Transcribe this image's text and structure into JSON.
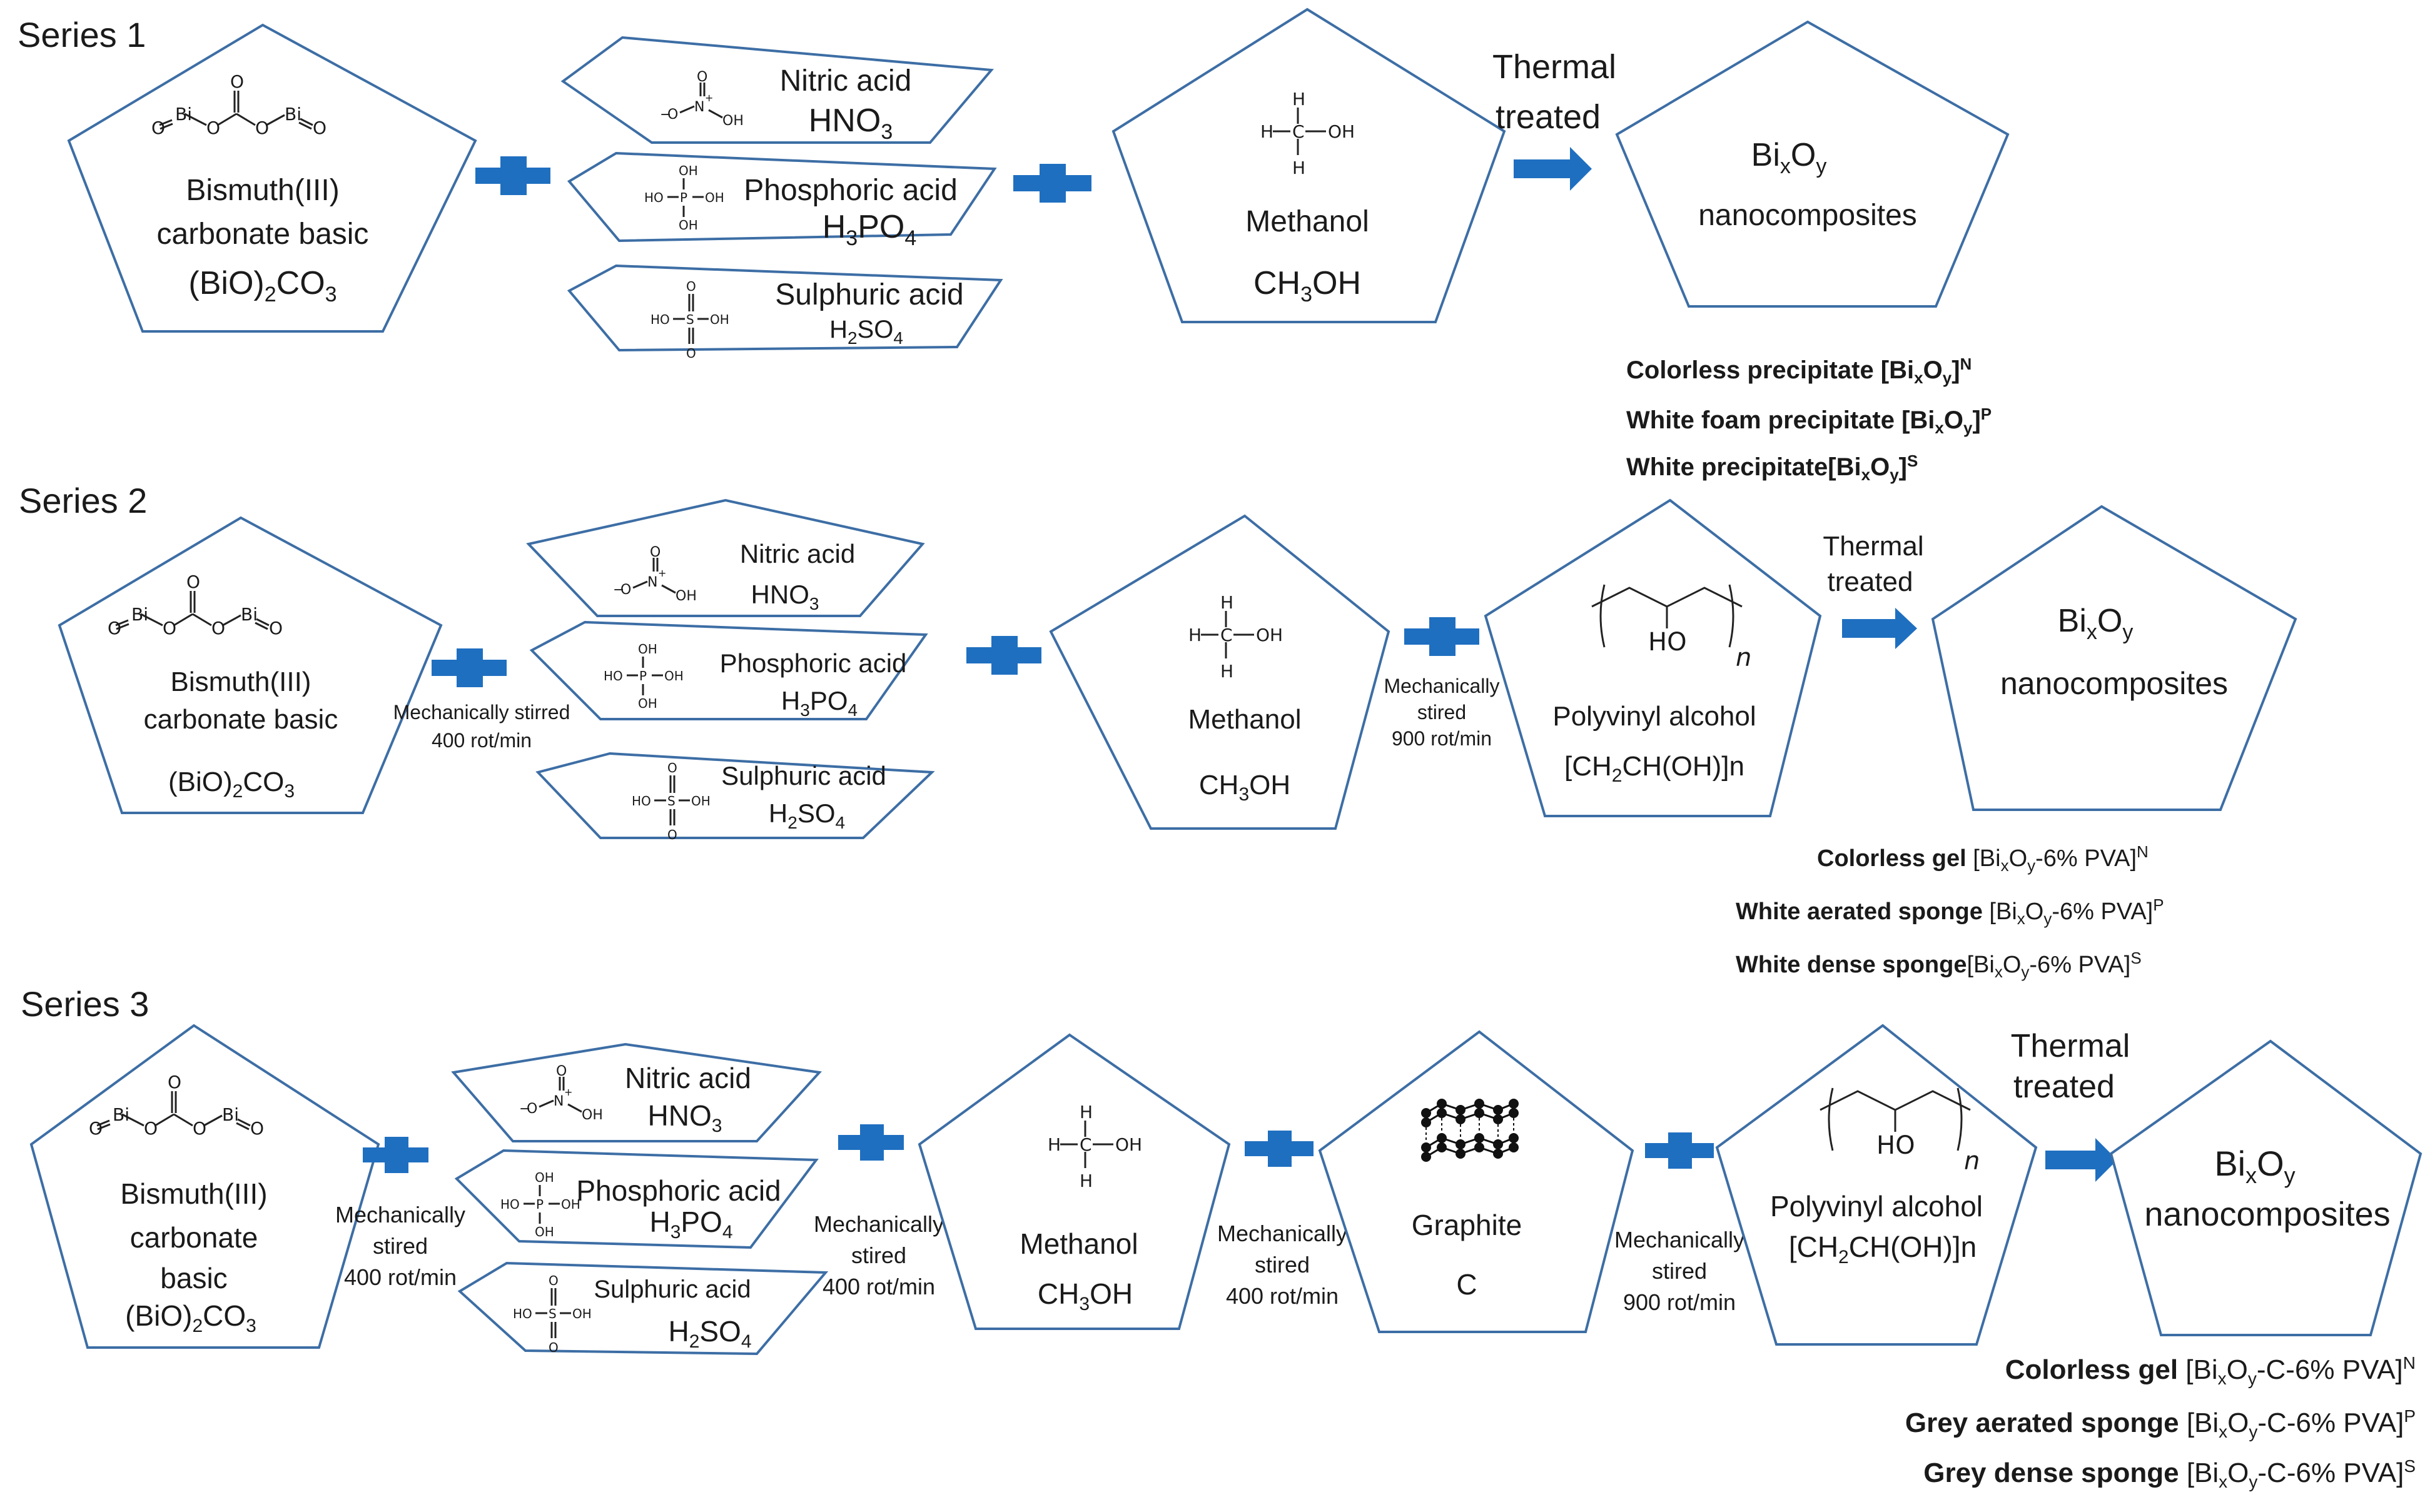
{
  "colors": {
    "outline": "#3d6ea5",
    "plus": "#1f6fc0",
    "arrow": "#1f6fc0",
    "text": "#1a1a1a"
  },
  "chem": {
    "o": "O",
    "bi": "Bi",
    "oh": "OH",
    "ho": "HO",
    "h": "H",
    "c": "C",
    "p": "P",
    "s": "S",
    "n": "N",
    "plus": "+",
    "minus": "−",
    "sub_x": "x",
    "sub_y": "y",
    "sub_2": "2",
    "sub_3": "3",
    "sub_4": "4",
    "sub_n": "n"
  },
  "series1": {
    "title": "Series 1",
    "bismuth": {
      "name": "Bismuth(III)",
      "name2": "carbonate basic",
      "formula_a": "(BiO)",
      "formula_b": "CO"
    },
    "nitric": {
      "name": "Nitric acid",
      "formula": "HNO"
    },
    "phosphoric": {
      "name": "Phosphoric acid",
      "formula_a": "H",
      "formula_b": "PO"
    },
    "sulphuric": {
      "name": "Sulphuric acid",
      "formula_a": "H",
      "formula_b": "SO"
    },
    "methanol": {
      "name": "Methanol",
      "formula_a": "CH",
      "formula_b": "OH"
    },
    "thermal": {
      "line1": "Thermal",
      "line2": "treated"
    },
    "product": {
      "bi": "Bi",
      "o": "O",
      "name": "nanocomposites"
    },
    "results": [
      {
        "label": "Colorless precipitate ",
        "sup": "N"
      },
      {
        "label": "White foam precipitate ",
        "sup": "P"
      },
      {
        "label": "White precipitate",
        "sup": "S"
      }
    ]
  },
  "series2": {
    "title": "Series 2",
    "bismuth": {
      "name": "Bismuth(III)",
      "name2": "carbonate basic",
      "formula_a": "(BiO)",
      "formula_b": "CO"
    },
    "stir1": {
      "line1": "Mechanically stirred",
      "line2": "400 rot/min"
    },
    "nitric": {
      "name": "Nitric acid",
      "formula": "HNO"
    },
    "phosphoric": {
      "name": "Phosphoric acid",
      "formula_a": "H",
      "formula_b": "PO"
    },
    "sulphuric": {
      "name": "Sulphuric acid",
      "formula_a": "H",
      "formula_b": "SO"
    },
    "methanol": {
      "name": "Methanol",
      "formula_a": "CH",
      "formula_b": "OH"
    },
    "stir2": {
      "line1": "Mechanically",
      "line2": "stired",
      "line3": "900 rot/min"
    },
    "pva": {
      "name": "Polyvinyl alcohol",
      "formula": "[CH",
      "formula_b": "CH(OH)]n"
    },
    "thermal": {
      "line1": "Thermal",
      "line2": "treated"
    },
    "product": {
      "bi": "Bi",
      "o": "O",
      "name": "nanocomposites"
    },
    "results": [
      {
        "label": "Colorless gel",
        "suffix": "-6% PVA]",
        "sup": "N"
      },
      {
        "label": "White aerated sponge",
        "suffix": "-6% PVA]",
        "sup": "P"
      },
      {
        "label": "White dense sponge",
        "suffix": "-6% PVA]",
        "sup": "S"
      }
    ]
  },
  "series3": {
    "title": "Series 3",
    "bismuth": {
      "line1": "Bismuth(III)",
      "line2": "carbonate",
      "line3": "basic",
      "formula_a": "(BiO)",
      "formula_b": "CO"
    },
    "stir1": {
      "line1": "Mechanically",
      "line2": "stired",
      "line3": "400 rot/min"
    },
    "nitric": {
      "name": "Nitric acid",
      "formula": "HNO"
    },
    "phosphoric": {
      "name": "Phosphoric acid",
      "formula_a": "H",
      "formula_b": "PO"
    },
    "sulphuric": {
      "name": "Sulphuric acid",
      "formula_a": "H",
      "formula_b": "SO"
    },
    "stir2": {
      "line1": "Mechanically",
      "line2": "stired",
      "line3": "400 rot/min"
    },
    "methanol": {
      "name": "Methanol",
      "formula_a": "CH",
      "formula_b": "OH"
    },
    "stir3": {
      "line1": "Mechanically",
      "line2": "stired",
      "line3": "400 rot/min"
    },
    "graphite": {
      "name": "Graphite",
      "formula": "C"
    },
    "stir4": {
      "line1": "Mechanically",
      "line2": "stired",
      "line3": "900 rot/min"
    },
    "pva": {
      "name": "Polyvinyl alcohol",
      "formula": "[CH",
      "formula_b": "CH(OH)]n"
    },
    "thermal": {
      "line1": "Thermal",
      "line2": "treated"
    },
    "product": {
      "bi": "Bi",
      "o": "O",
      "name": "nanocomposites"
    },
    "results": [
      {
        "label": "Colorless gel",
        "suffix": "-C-6% PVA]",
        "sup": "N"
      },
      {
        "label": "Grey aerated sponge",
        "suffix": "-C-6% PVA]",
        "sup": "P"
      },
      {
        "label": "Grey dense sponge",
        "suffix": "-C-6% PVA]",
        "sup": "S"
      }
    ]
  }
}
